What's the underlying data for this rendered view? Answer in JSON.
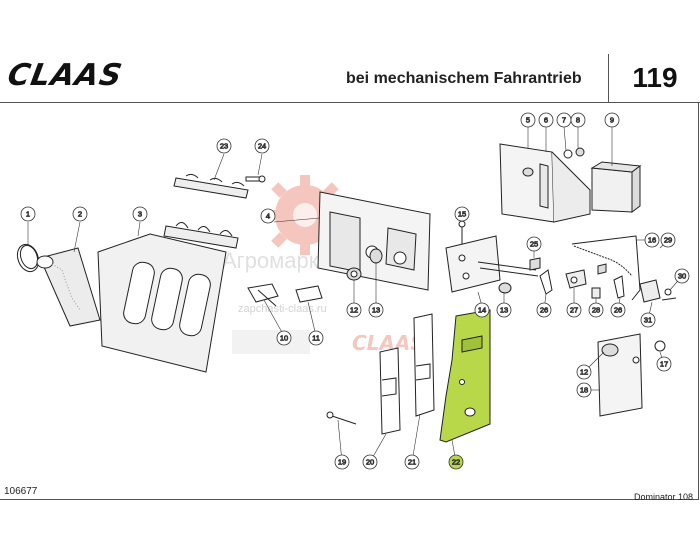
{
  "header": {
    "brand": "CLAAS",
    "title": "bei mechanischem Fahrantrieb",
    "page_number": "119"
  },
  "footer": {
    "document_number": "106677",
    "model": "Dominator 108"
  },
  "watermark": {
    "name": "Агромаркет",
    "url": "zapchasti-claas.ru",
    "brand": "CLAAS"
  },
  "highlight_color": "#b8d84a",
  "callouts": [
    "1",
    "2",
    "3",
    "4",
    "5",
    "6",
    "7",
    "8",
    "9",
    "10",
    "11",
    "12",
    "13",
    "14",
    "15",
    "16",
    "17",
    "18",
    "19",
    "20",
    "21",
    "22",
    "23",
    "24",
    "25",
    "26",
    "27",
    "28",
    "29",
    "30",
    "31"
  ],
  "callout_labels": {
    "c1": "1",
    "c2": "2",
    "c3": "3",
    "c4": "4",
    "c5": "5",
    "c6": "6",
    "c7": "7",
    "c8": "8",
    "c9": "9",
    "c10": "10",
    "c11": "11",
    "c12a": "12",
    "c12b": "12",
    "c13a": "13",
    "c13b": "13",
    "c14": "14",
    "c15": "15",
    "c16": "16",
    "c17": "17",
    "c18": "18",
    "c19": "19",
    "c20": "20",
    "c21": "21",
    "c22": "22",
    "c23": "23",
    "c24": "24",
    "c25": "25",
    "c26a": "26",
    "c26b": "26",
    "c27": "27",
    "c28": "28",
    "c29": "29",
    "c30": "30",
    "c31": "31"
  }
}
